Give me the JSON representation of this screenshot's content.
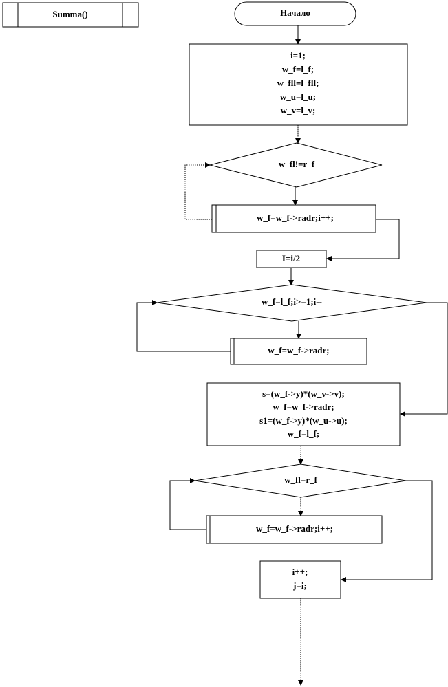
{
  "diagram": {
    "title": "Summa()",
    "start": "Начало",
    "init_block": [
      "i=1;",
      "w_f=l_f;",
      "w_fll=l_fll;",
      "w_u=l_u;",
      "w_v=l_v;"
    ],
    "cond1": "w_fl!=r_f",
    "step1": "w_f=w_f->radr;i++;",
    "half": "I=i/2",
    "cond2": "w_f=l_f;i>=1;i--",
    "step2": "w_f=w_f->radr;",
    "compute_block": [
      "s=(w_f->y)*(w_v->v);",
      "w_f=w_f->radr;",
      "s1=(w_f->y)*(w_u->u);",
      "w_f=l_f;"
    ],
    "cond3": "w_fl=r_f",
    "step3": "w_f=w_f->radr;i++;",
    "final_block": [
      "i++;",
      "j=i;"
    ]
  }
}
